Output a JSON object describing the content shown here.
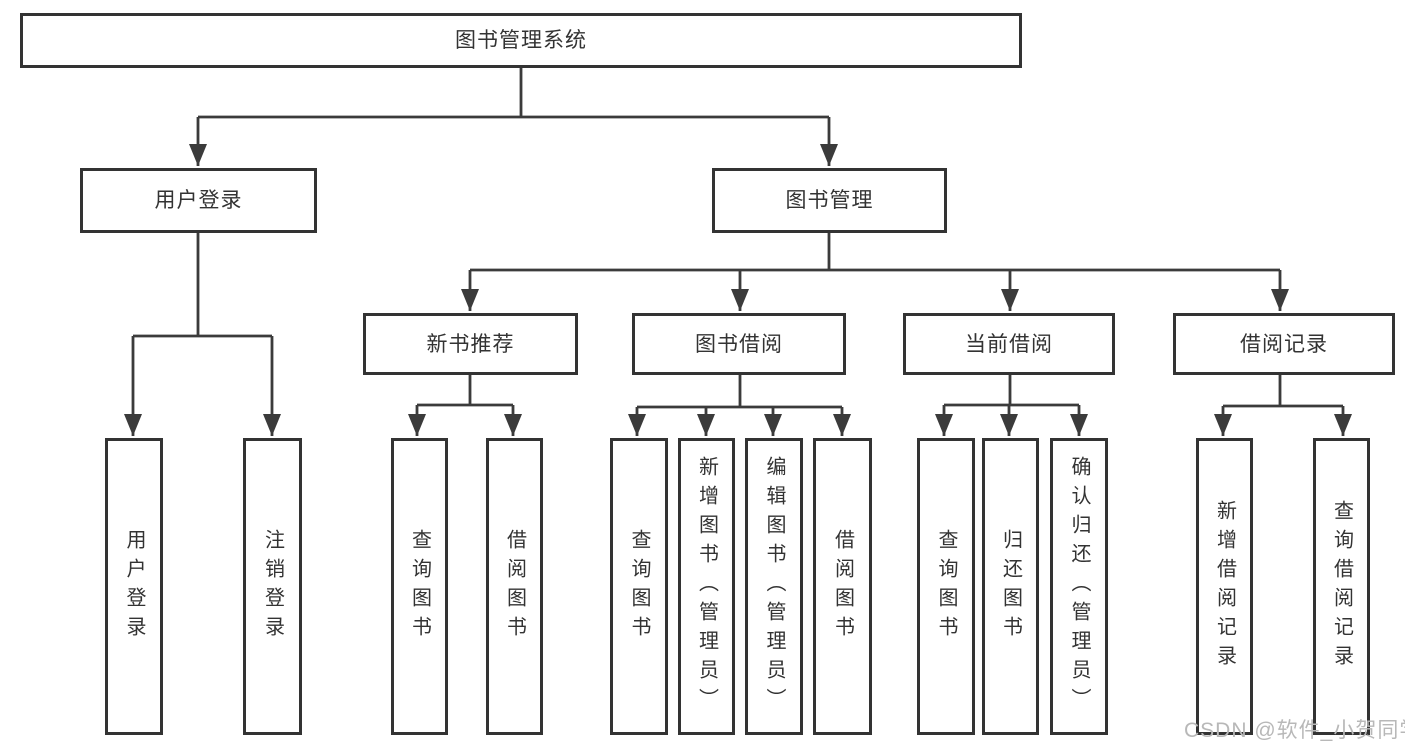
{
  "tree": {
    "label": "图书管理系统",
    "children": [
      {
        "label": "用户登录",
        "children": [
          {
            "label": "用户登录"
          },
          {
            "label": "注销登录"
          }
        ]
      },
      {
        "label": "图书管理",
        "children": [
          {
            "label": "新书推荐",
            "children": [
              {
                "label": "查询图书"
              },
              {
                "label": "借阅图书"
              }
            ]
          },
          {
            "label": "图书借阅",
            "children": [
              {
                "label": "查询图书"
              },
              {
                "label": "新增图书（管理员）"
              },
              {
                "label": "编辑图书（管理员）"
              },
              {
                "label": "借阅图书"
              }
            ]
          },
          {
            "label": "当前借阅",
            "children": [
              {
                "label": "查询图书"
              },
              {
                "label": "归还图书"
              },
              {
                "label": "确认归还（管理员）"
              }
            ]
          },
          {
            "label": "借阅记录",
            "children": [
              {
                "label": "新增借阅记录"
              },
              {
                "label": "查询借阅记录"
              }
            ]
          }
        ]
      }
    ]
  },
  "watermark": {
    "text": "CSDN @软件_小贺同学"
  },
  "colors": {
    "box_border": "#333333",
    "text": "#333333",
    "connector": "#3b3b3b",
    "watermark_text": "#b8b8b8",
    "background": "#ffffff"
  }
}
